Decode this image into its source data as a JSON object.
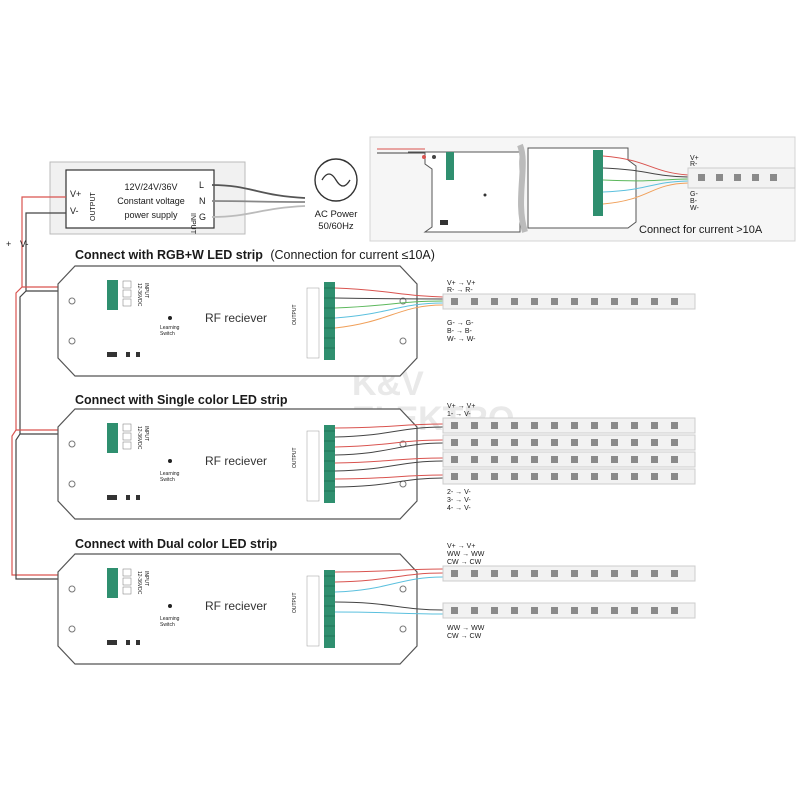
{
  "colors": {
    "red_wire": "#d9534f",
    "black_wire": "#444444",
    "green_wire": "#5cb85c",
    "blue_wire": "#5bc0de",
    "orange_wire": "#f0a05a",
    "terminal": "#2f8f6f",
    "strip_fill": "#f2f2f2",
    "led_chip": "#8a8a8a",
    "watermark": "#e3e3e3"
  },
  "power_supply": {
    "voltage": "12V/24V/36V",
    "line1": "Constant voltage",
    "line2": "power supply",
    "output_label": "OUTPUT",
    "input_label": "INPUT",
    "vplus": "V+",
    "vminus": "V-",
    "l": "L",
    "n": "N",
    "g": "G"
  },
  "ac_power": {
    "line1": "AC Power",
    "line2": "50/60Hz",
    "icon": "sine-wave-icon"
  },
  "bus": {
    "plus": "+",
    "minus": "V-"
  },
  "inset": {
    "caption": "Connect for current >10A",
    "pins_top": [
      "V+",
      "R-"
    ],
    "pins_bottom": [
      "G-",
      "B-",
      "W-"
    ]
  },
  "receiver": {
    "name": "RF reciever",
    "learning": [
      "Learning",
      "Switch"
    ],
    "input_label": "INPUT",
    "output_label": "OUTPUT",
    "input_voltage": "12-36VDC"
  },
  "sections": [
    {
      "title": "Connect with RGB+W LED strip",
      "note": "(Connection for current ≤10A)",
      "top_pins": [
        "V+ → V+",
        "R- → R-"
      ],
      "bottom_pins": [
        "G- → G-",
        "B- → B-",
        "W- → W-"
      ]
    },
    {
      "title": "Connect with Single color LED strip",
      "note": "",
      "top_pins": [
        "V+ → V+",
        "1- → V-"
      ],
      "bottom_pins": [
        "2- → V-",
        "3- → V-",
        "4- → V-"
      ]
    },
    {
      "title": "Connect with Dual color LED strip",
      "note": "",
      "top_pins": [
        "V+ → V+",
        "WW → WW",
        "CW → CW"
      ],
      "bottom_pins": [
        "WW → WW",
        "CW → CW"
      ]
    }
  ],
  "watermark": {
    "line1": "K&V",
    "line2": "ELEKTRO"
  }
}
